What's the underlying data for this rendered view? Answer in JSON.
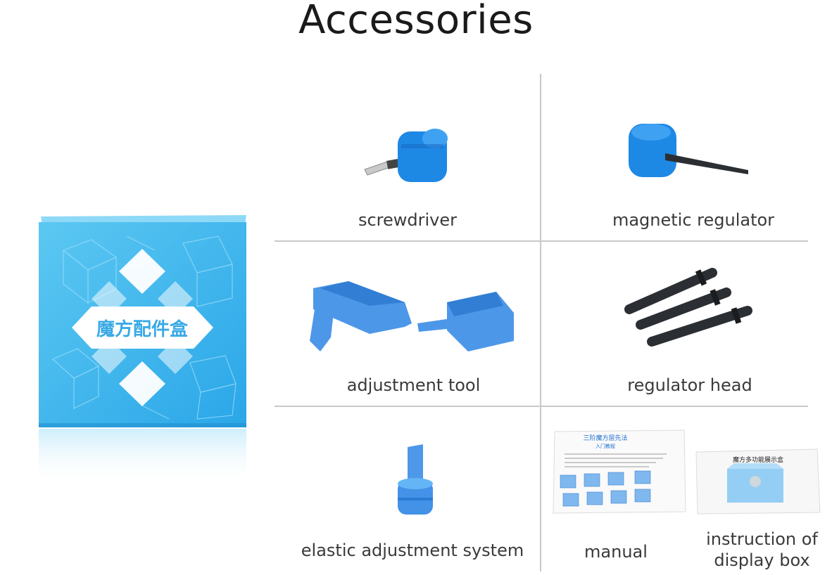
{
  "page": {
    "title": "Accessories"
  },
  "box": {
    "label": "魔方配件盒"
  },
  "items": [
    {
      "label": "screwdriver",
      "icon": "screwdriver-icon"
    },
    {
      "label": "magnetic regulator",
      "icon": "magnetic-regulator-icon"
    },
    {
      "label": "adjustment tool",
      "icon": "adjustment-tool-icon"
    },
    {
      "label": "regulator head",
      "icon": "regulator-head-icon"
    },
    {
      "label": "elastic adjustment system",
      "icon": "elastic-adjustment-system-icon"
    },
    {
      "label": "manual",
      "icon": "manual-icon"
    },
    {
      "label": "instruction of display box",
      "line1": "instruction of",
      "line2": "display box",
      "icon": "display-box-instruction-icon"
    }
  ],
  "manual": {
    "title": "三阶魔方层先法",
    "subtitle": "入门教程"
  },
  "instruction": {
    "title": "魔方多功能展示盒"
  },
  "colors": {
    "accent_blue": "#1e88e5",
    "box_blue": "#4fc3f7",
    "dark_part": "#2b2f33",
    "divider": "#c8c8c8",
    "text": "#3a3a3a"
  }
}
